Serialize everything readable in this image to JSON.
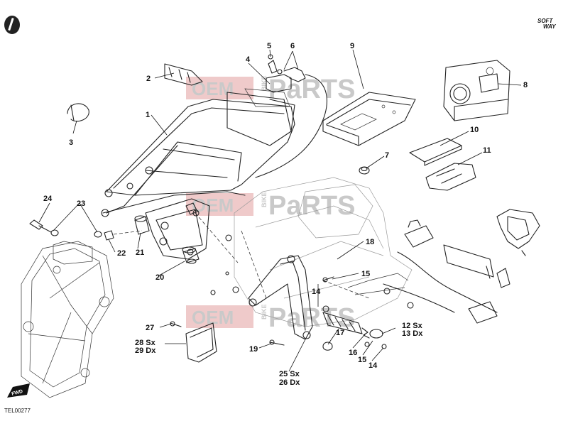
{
  "drawing_code": "TEL00277",
  "brand_mark": {
    "line1": "SOFT",
    "line2": "WAY"
  },
  "fwd_label": "FWD",
  "watermarks": [
    {
      "left": "OEM",
      "mid": "BIKE",
      "right": "PaRTS"
    },
    {
      "left": "OEM",
      "mid": "BIKE",
      "right": "PaRTS"
    },
    {
      "left": "OEM",
      "mid": "BIKE",
      "right": "PaRTS"
    }
  ],
  "callouts": [
    {
      "id": "c1",
      "label": "1"
    },
    {
      "id": "c2",
      "label": "2"
    },
    {
      "id": "c3",
      "label": "3"
    },
    {
      "id": "c4",
      "label": "4"
    },
    {
      "id": "c5",
      "label": "5"
    },
    {
      "id": "c6",
      "label": "6"
    },
    {
      "id": "c7",
      "label": "7"
    },
    {
      "id": "c8",
      "label": "8"
    },
    {
      "id": "c9",
      "label": "9"
    },
    {
      "id": "c10",
      "label": "10"
    },
    {
      "id": "c11",
      "label": "11"
    },
    {
      "id": "c12",
      "label": "12 Sx"
    },
    {
      "id": "c13",
      "label": "13 Dx"
    },
    {
      "id": "c14a",
      "label": "14"
    },
    {
      "id": "c14b",
      "label": "14"
    },
    {
      "id": "c15a",
      "label": "15"
    },
    {
      "id": "c15b",
      "label": "15"
    },
    {
      "id": "c16",
      "label": "16"
    },
    {
      "id": "c17",
      "label": "17"
    },
    {
      "id": "c18",
      "label": "18"
    },
    {
      "id": "c19",
      "label": "19"
    },
    {
      "id": "c20",
      "label": "20"
    },
    {
      "id": "c21",
      "label": "21"
    },
    {
      "id": "c22",
      "label": "22"
    },
    {
      "id": "c23",
      "label": "23"
    },
    {
      "id": "c24",
      "label": "24"
    },
    {
      "id": "c25",
      "label": "25 Sx"
    },
    {
      "id": "c26",
      "label": "26 Dx"
    },
    {
      "id": "c27",
      "label": "27"
    },
    {
      "id": "c28",
      "label": "28 Sx"
    },
    {
      "id": "c29",
      "label": "29 Dx"
    }
  ]
}
